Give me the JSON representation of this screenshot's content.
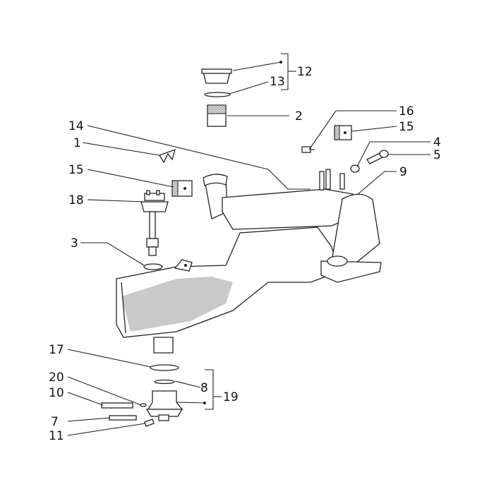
{
  "diagram": {
    "callouts": {
      "c1": "1",
      "c2": "2",
      "c3": "3",
      "c4": "4",
      "c5": "5",
      "c7": "7",
      "c8": "8",
      "c9": "9",
      "c10": "10",
      "c11": "11",
      "c12": "12",
      "c13": "13",
      "c14": "14",
      "c15a": "15",
      "c15b": "15",
      "c16": "16",
      "c17": "17",
      "c18": "18",
      "c19": "19",
      "c20": "20"
    }
  }
}
